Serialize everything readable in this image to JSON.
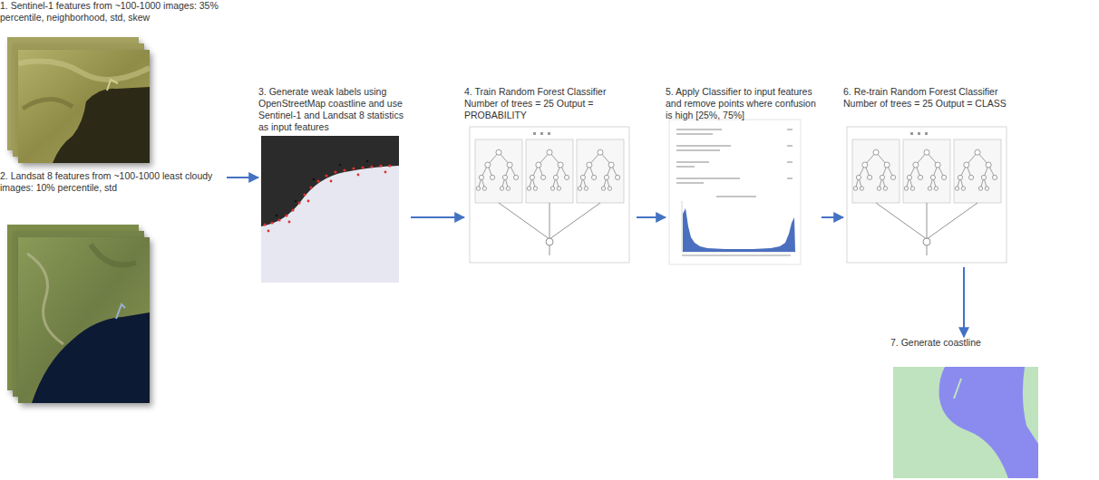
{
  "diagram": {
    "nodes": [
      {
        "text": [
          "1. Sentinel-1 features from ~100-1000 images: 35% percentile, neighborhood, std, skew"
        ]
      },
      {
        "text": [
          "2. Landsat 8 features from ~100-1000 least cloudy images: 10% percentile, std"
        ]
      },
      {
        "text": [
          "3. Generate weak labels using OpenStreetMap coastline and use Sentinel-1 and Landsat 8 statistics as input features"
        ]
      },
      {
        "text": [
          "4. Train Random Forest Classifier Number of trees = 25 Output = PROBABILITY"
        ]
      },
      {
        "text": [
          "5. Apply Classifier to input features and remove points where confusion is high [25%, 75%]"
        ]
      },
      {
        "text": [
          "6. Re-train Random Forest Classifier Number of trees = 25 Output = CLASS"
        ]
      },
      {
        "text": [
          "7. Generate coastline"
        ]
      }
    ],
    "edges": [
      {
        "from": 1,
        "to": 2,
        "arrow": "to"
      },
      {
        "from": 2,
        "to": 3,
        "arrow": "to"
      },
      {
        "from": 3,
        "to": 4,
        "arrow": "to"
      },
      {
        "from": 4,
        "to": 5,
        "arrow": "to"
      },
      {
        "from": 5,
        "to": 6,
        "arrow": "to"
      }
    ]
  }
}
